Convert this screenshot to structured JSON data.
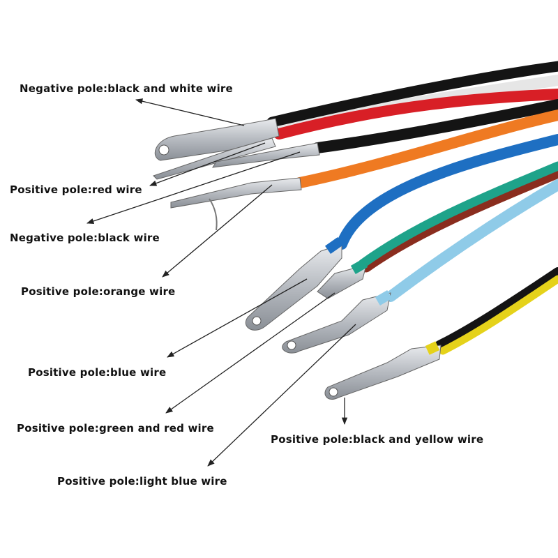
{
  "colors": {
    "black": "#141414",
    "white": "#f2f2f2",
    "red": "#d81f26",
    "orange": "#ef7a22",
    "blue": "#1e6fc2",
    "green": "#1ea38a",
    "light_blue": "#8fcbe8",
    "yellow": "#e5d21a",
    "metal": "#b9bdc3"
  },
  "labels": {
    "neg_black_white": "Negative pole:black and white wire",
    "pos_red": "Positive pole:red wire",
    "neg_black": "Negative pole:black wire",
    "pos_orange": "Positive pole:orange wire",
    "pos_blue": "Positive pole:blue wire",
    "pos_green_red": "Positive pole:green and red wire",
    "pos_light_blue": "Positive pole:light blue wire",
    "pos_black_yellow": "Positive pole:black and yellow wire"
  }
}
